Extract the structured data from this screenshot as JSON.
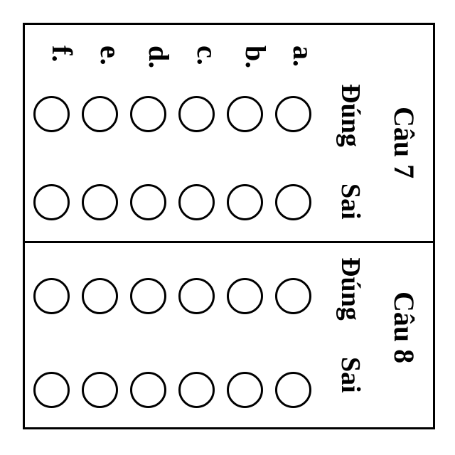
{
  "sheet": {
    "row_labels": [
      "a.",
      "b.",
      "c.",
      "d.",
      "e.",
      "f."
    ],
    "questions": [
      {
        "title": "Câu 7",
        "col_true": "Đúng",
        "col_false": "Sai"
      },
      {
        "title": "Câu 8",
        "col_true": "Đúng",
        "col_false": "Sai"
      }
    ]
  }
}
